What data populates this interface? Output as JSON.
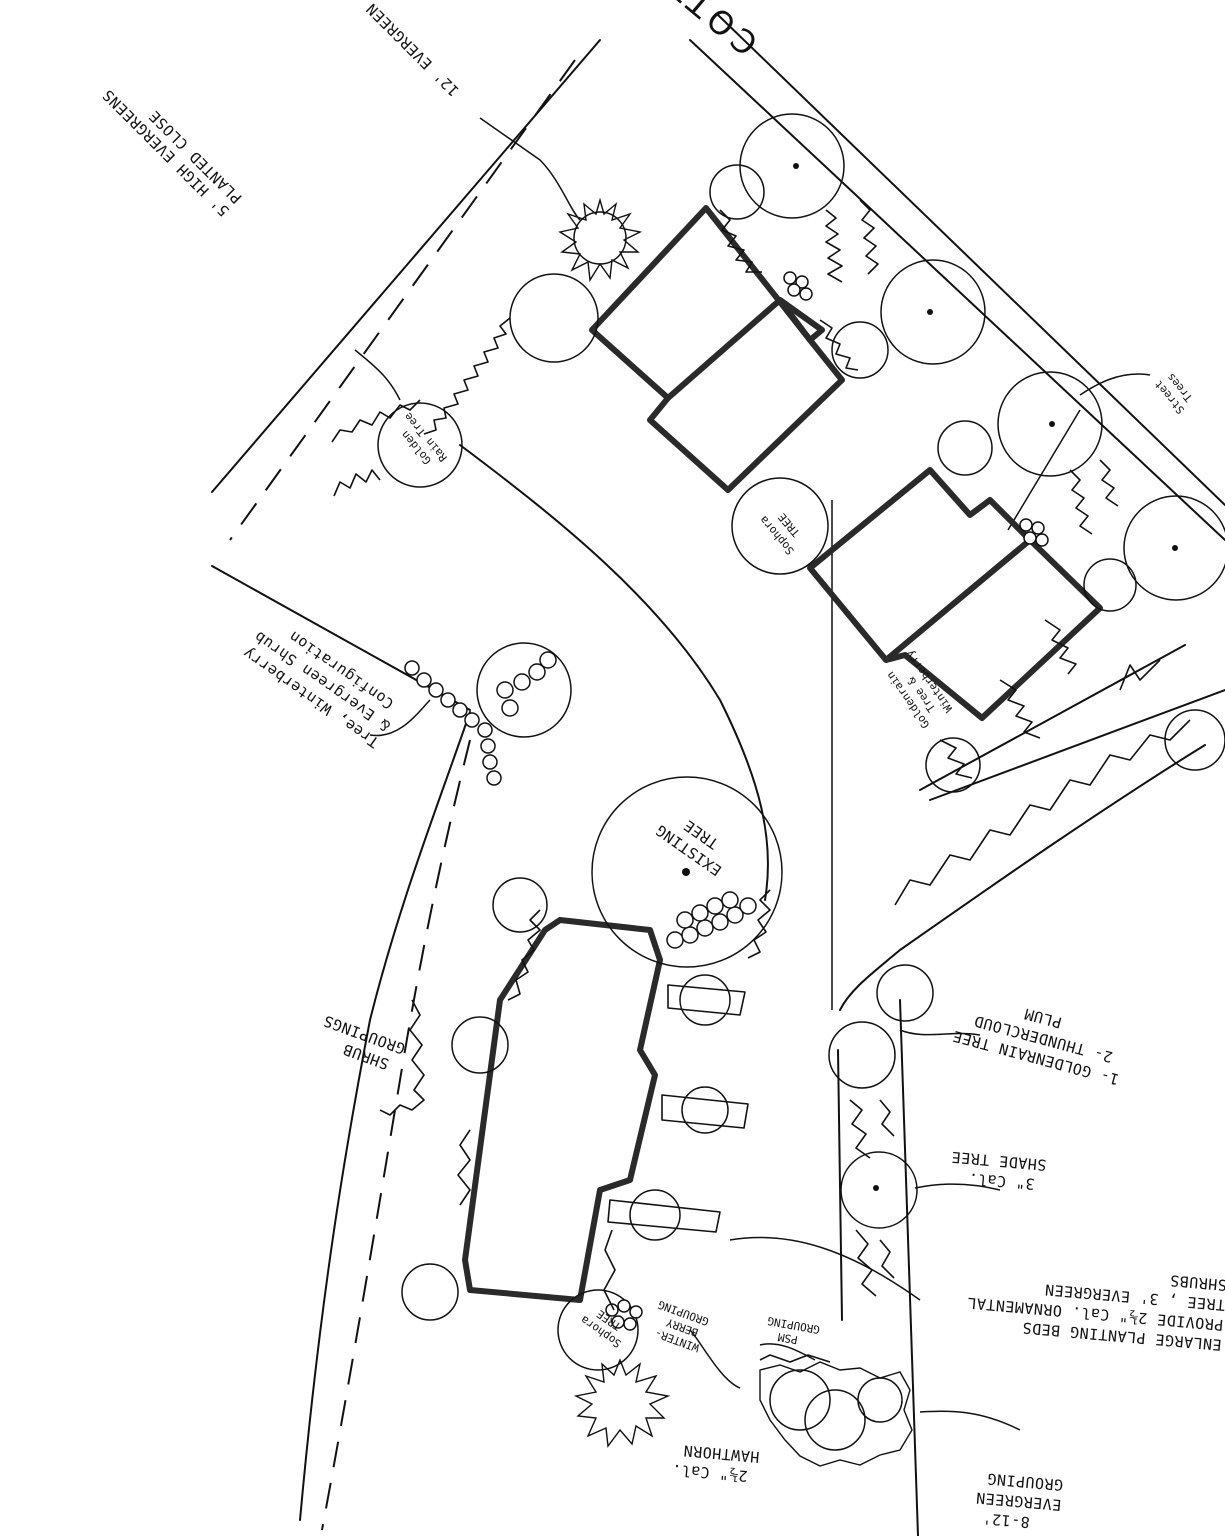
{
  "street_name": "COTTAGE STREET",
  "notes": {
    "evergreen_12": "12' EVERGREEN",
    "screen_line1": "5' HIGH EVERGREENS",
    "screen_line2": "PLANTED CLOSE",
    "goldenrain_tree_line1": "Golden",
    "goldenrain_tree_line2": "Rain Tree",
    "sophora_tree_upper_line1": "Sophora",
    "sophora_tree_upper_line2": "TREE",
    "street_trees_line1": "Street",
    "street_trees_line2": "Trees",
    "goldenrain_winterberry_line1": "Goldenrain",
    "goldenrain_winterberry_line2": "Tree &",
    "goldenrain_winterberry_line3": "Winterberry",
    "winterberry_config_line1": "Tree, Winterberry",
    "winterberry_config_line2": "& Evergreen Shrub",
    "winterberry_config_line3": "Configuration",
    "existing_tree_line1": "EXISTING",
    "existing_tree_line2": "TREE",
    "shrub_groupings_line1": "SHRUB",
    "shrub_groupings_line2": "GROUPINGS",
    "thundercloud_line1": "1- GOLDENRAIN TREE",
    "thundercloud_line2": "2- THUNDERCLOUD",
    "thundercloud_line3": "PLUM",
    "shade_tree_line1": "3\" Cal.",
    "shade_tree_line2": "SHADE TREE",
    "enlarge_line1": "ENLARGE PLANTING BEDS",
    "enlarge_line2": "PROVIDE 2½\" Cal. ORNAMENTAL",
    "enlarge_line3": "TREE , 3' EVERGREEN",
    "enlarge_line4": "SHRUBS",
    "psm_line1": "PSM",
    "psm_line2": "GROUPING",
    "winterberry_grouping_line1": "WINTER-",
    "winterberry_grouping_line2": "BERRY",
    "winterberry_grouping_line3": "GROUPING",
    "sophora_lower_line1": "Sophora",
    "sophora_lower_line2": "TREE",
    "hawthorn_line1": "2½\" Cal.",
    "hawthorn_line2": "HAWTHORN",
    "evergreen_grouping_line1": "8-12'",
    "evergreen_grouping_line2": "EVERGREEN",
    "evergreen_grouping_line3": "GROUPING"
  }
}
